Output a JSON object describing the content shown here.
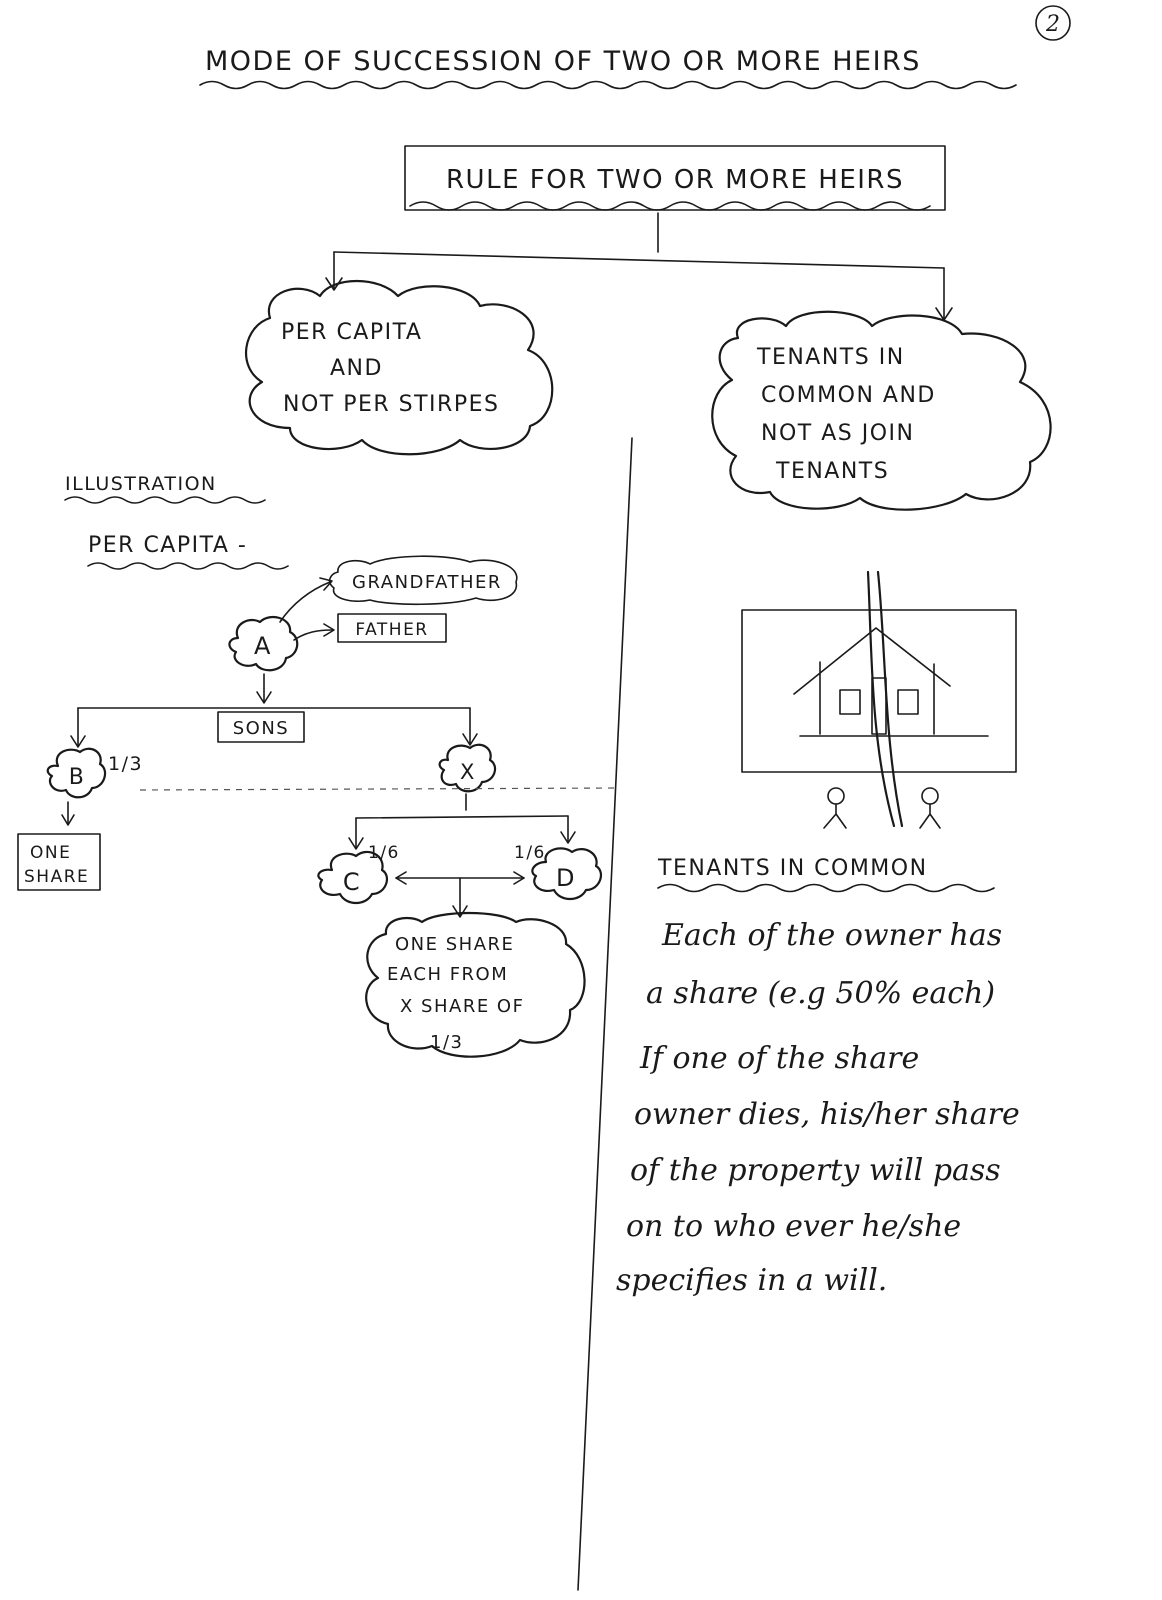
{
  "page_number": "2",
  "title": "MODE OF SUCCESSION OF TWO OR MORE HEIRS",
  "rule_box": "RULE FOR TWO OR MORE HEIRS",
  "per_capita_cloud": {
    "line1": "PER CAPITA",
    "line2": "AND",
    "line3": "NOT PER STIRPES"
  },
  "tenants_cloud": {
    "line1": "TENANTS IN",
    "line2": "COMMON AND",
    "line3": "NOT AS JOIN",
    "line4": "TENANTS"
  },
  "illustration_heading": "ILLUSTRATION",
  "per_capita_heading": "PER CAPITA -",
  "tree": {
    "grandfather": "GRANDFATHER",
    "father": "FATHER",
    "node_a": "A",
    "sons": "SONS",
    "node_b": "B",
    "share_b": "1/3",
    "node_x": "X",
    "one_share": {
      "line1": "ONE",
      "line2": "SHARE"
    },
    "node_c": "C",
    "node_d": "D",
    "share_c": "1/6",
    "share_d": "1/6",
    "x_share_cloud": {
      "line1": "ONE SHARE",
      "line2": "EACH FROM",
      "line3": "X SHARE OF",
      "line4": "1/3"
    }
  },
  "tenants_heading": "TENANTS IN COMMON",
  "tenants_text": [
    "Each of the owner has",
    "a share (e.g 50% each)",
    "If one of the share",
    "owner dies, his/her share",
    "of the property will pass",
    "on to who ever he/she",
    "specifies in a will."
  ]
}
